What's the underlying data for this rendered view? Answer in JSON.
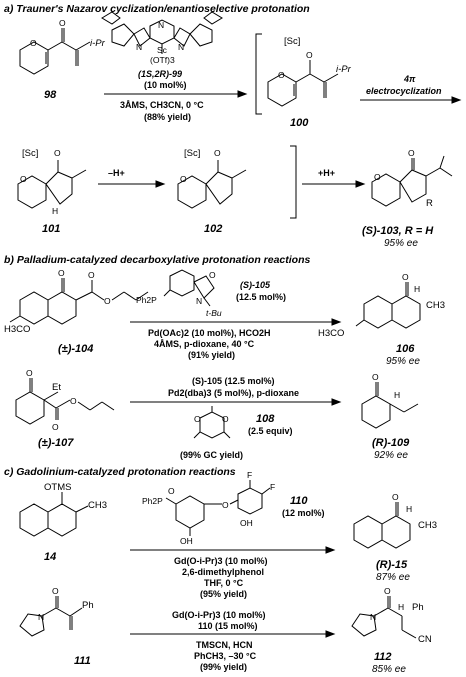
{
  "sections": {
    "a": "a) Trauner's Nazarov cyclization/enantioselective protonation",
    "b": "b) Palladium-catalyzed decarboxylative protonation reactions",
    "c": "c) Gadolinium-catalyzed protonation reactions"
  },
  "a": {
    "cmpd_98": "98",
    "cmpd_100": "100",
    "cmpd_101": "101",
    "cmpd_102": "102",
    "cmpd_103": "(S)-103, R = H",
    "ee_103": "95% ee",
    "catalyst_label": "(1S,2R)-99",
    "catalyst_loading": "(10 mol%)",
    "cond_1": "3ÅMS, CH3CN, 0 °C",
    "yield_1": "(88% yield)",
    "step2_top": "4π",
    "step2_bottom": "electrocyclization",
    "step3": "–H+",
    "step4": "+H+",
    "sc_otf": "(OTf)3",
    "sc_label": "[Sc]",
    "ipr": "i-Pr",
    "r_label": "R"
  },
  "b": {
    "cmpd_104": "(±)-104",
    "cmpd_105_1": "(S)-105",
    "loading_105_1": "(12.5 mol%)",
    "tbu": "t-Bu",
    "ph2p": "Ph2P",
    "cond_104_1": "Pd(OAc)2 (10 mol%), HCO2H",
    "cond_104_2": "4ÅMS, p-dioxane, 40 °C",
    "yield_104": "(91% yield)",
    "cmpd_106": "106",
    "ee_106": "95% ee",
    "h3co": "H3CO",
    "ch3": "CH3",
    "cmpd_107": "(±)-107",
    "et": "Et",
    "cond_107_1": "(S)-105 (12.5 mol%)",
    "cond_107_2": "Pd2(dba)3 (5 mol%), p-dioxane",
    "cmpd_108": "108",
    "equiv_108": "(2.5 equiv)",
    "yield_107": "(99% GC yield)",
    "cmpd_109": "(R)-109",
    "ee_109": "92% ee"
  },
  "c": {
    "cmpd_14": "14",
    "otms": "OTMS",
    "ch3": "CH3",
    "cmpd_110": "110",
    "loading_110": "(12 mol%)",
    "ph2p": "Ph2P",
    "cond_14_1": "Gd(O-i-Pr)3 (10 mol%)",
    "cond_14_2": "2,6-dimethylphenol",
    "cond_14_3": "THF, 0 °C",
    "yield_14": "(95% yield)",
    "cmpd_15": "(R)-15",
    "ee_15": "87% ee",
    "cmpd_111": "111",
    "ph": "Ph",
    "cond_111_1": "Gd(O-i-Pr)3 (10 mol%)",
    "cond_111_2": "110 (15 mol%)",
    "cond_111_3": "TMSCN, HCN",
    "cond_111_4": "PhCH3, –30 °C",
    "yield_111": "(99% yield)",
    "cmpd_112": "112",
    "ee_112": "85% ee",
    "cn": "CN"
  }
}
